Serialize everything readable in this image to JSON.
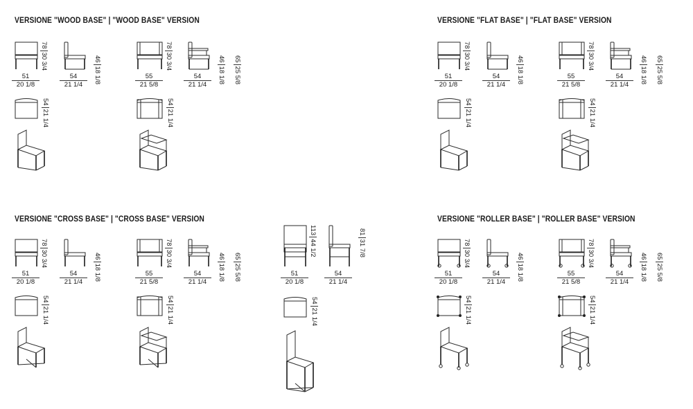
{
  "sections": [
    {
      "id": "wood",
      "title": "VERSIONE \"WOOD BASE\"  |  \"WOOD BASE\" VERSION",
      "chairs": [
        {
          "front_w": "51",
          "front_w_in": "20 1/8",
          "height": "78",
          "height_in": "30 3/4",
          "depth": "54",
          "depth_in": "21 1/4",
          "seat": "46",
          "seat_in": "18 1/8",
          "arm": "",
          "arm_in": "",
          "plan": "54",
          "plan_in": "21 1/4"
        },
        {
          "front_w": "55",
          "front_w_in": "21 5/8",
          "height": "78",
          "height_in": "30 3/4",
          "depth": "54",
          "depth_in": "21 1/4",
          "seat": "46",
          "seat_in": "18 1/8",
          "arm": "65",
          "arm_in": "25 5/8",
          "plan": "54",
          "plan_in": "21 1/4"
        }
      ]
    },
    {
      "id": "flat",
      "title": "VERSIONE \"FLAT BASE\"  |  \"FLAT BASE\" VERSION",
      "chairs": [
        {
          "front_w": "51",
          "front_w_in": "20 1/8",
          "height": "78",
          "height_in": "30 3/4",
          "depth": "54",
          "depth_in": "21 1/4",
          "seat": "46",
          "seat_in": "18 1/8",
          "arm": "",
          "arm_in": "",
          "plan": "54",
          "plan_in": "21 1/4"
        },
        {
          "front_w": "55",
          "front_w_in": "21 5/8",
          "height": "78",
          "height_in": "30 3/4",
          "depth": "54",
          "depth_in": "21 1/4",
          "seat": "46",
          "seat_in": "18 1/8",
          "arm": "65",
          "arm_in": "25 5/8",
          "plan": "54",
          "plan_in": "21 1/4"
        }
      ]
    },
    {
      "id": "cross",
      "title": "VERSIONE \"CROSS BASE\"  |  \"CROSS BASE\" VERSION",
      "chairs": [
        {
          "front_w": "51",
          "front_w_in": "20 1/8",
          "height": "78",
          "height_in": "30 3/4",
          "depth": "54",
          "depth_in": "21 1/4",
          "seat": "46",
          "seat_in": "18 1/8",
          "arm": "",
          "arm_in": "",
          "plan": "54",
          "plan_in": "21 1/4"
        },
        {
          "front_w": "55",
          "front_w_in": "21 5/8",
          "height": "78",
          "height_in": "30 3/4",
          "depth": "54",
          "depth_in": "21 1/4",
          "seat": "46",
          "seat_in": "18 1/8",
          "arm": "65",
          "arm_in": "25 5/8",
          "plan": "54",
          "plan_in": "21 1/4"
        },
        {
          "front_w": "51",
          "front_w_in": "20 1/8",
          "height": "113",
          "height_in": "44 1/2",
          "depth": "54",
          "depth_in": "21 1/4",
          "seat": "81",
          "seat_in": "31 7/8",
          "arm": "",
          "arm_in": "",
          "plan": "54",
          "plan_in": "21 1/4"
        }
      ]
    },
    {
      "id": "roller",
      "title": "VERSIONE \"ROLLER BASE\"  |  \"ROLLER BASE\" VERSION",
      "chairs": [
        {
          "front_w": "51",
          "front_w_in": "20 1/8",
          "height": "78",
          "height_in": "30 3/4",
          "depth": "54",
          "depth_in": "21 1/4",
          "seat": "46",
          "seat_in": "18 1/8",
          "arm": "",
          "arm_in": "",
          "plan": "54",
          "plan_in": "21 1/4"
        },
        {
          "front_w": "55",
          "front_w_in": "21 5/8",
          "height": "78",
          "height_in": "30 3/4",
          "depth": "54",
          "depth_in": "21 1/4",
          "seat": "46",
          "seat_in": "18 1/8",
          "arm": "65",
          "arm_in": "25 5/8",
          "plan": "54",
          "plan_in": "21 1/4"
        }
      ]
    }
  ]
}
